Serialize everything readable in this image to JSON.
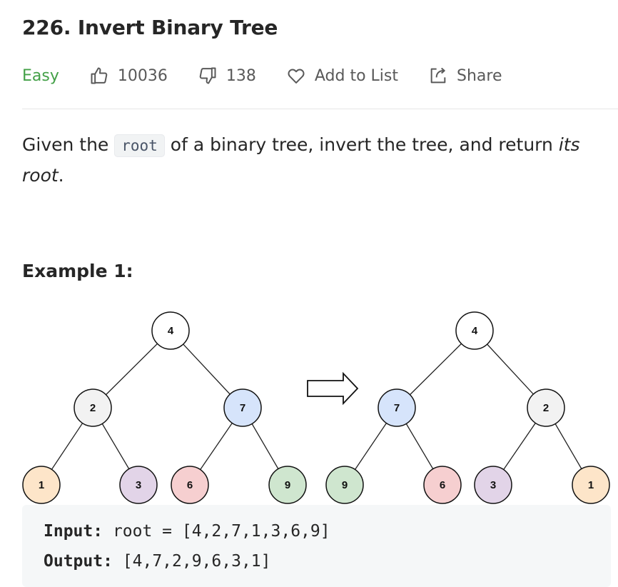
{
  "problem": {
    "title": "226. Invert Binary Tree",
    "difficulty": "Easy",
    "likes": "10036",
    "dislikes": "138",
    "add_to_list": "Add to List",
    "share": "Share"
  },
  "description": {
    "before": "Given the ",
    "code": "root",
    "middle": " of a binary tree, invert the tree, and return ",
    "italic": "its root",
    "end": "."
  },
  "example": {
    "title": "Example 1:",
    "input_label": "Input:",
    "input_value": " root = [4,2,7,1,3,6,9]",
    "output_label": "Output:",
    "output_value": " [4,7,2,9,6,3,1]"
  },
  "tree": {
    "original": [
      "4",
      "2",
      "7",
      "1",
      "3",
      "6",
      "9"
    ],
    "inverted": [
      "4",
      "7",
      "2",
      "9",
      "6",
      "3",
      "1"
    ]
  },
  "colors": {
    "easy": "#43a047",
    "node_4": "#ffffff",
    "node_2": "#f2f2f2",
    "node_7": "#d6e4fb",
    "node_1": "#fde5c9",
    "node_3": "#e2d4e8",
    "node_6": "#f6cfd0",
    "node_9": "#cfe6cf"
  }
}
